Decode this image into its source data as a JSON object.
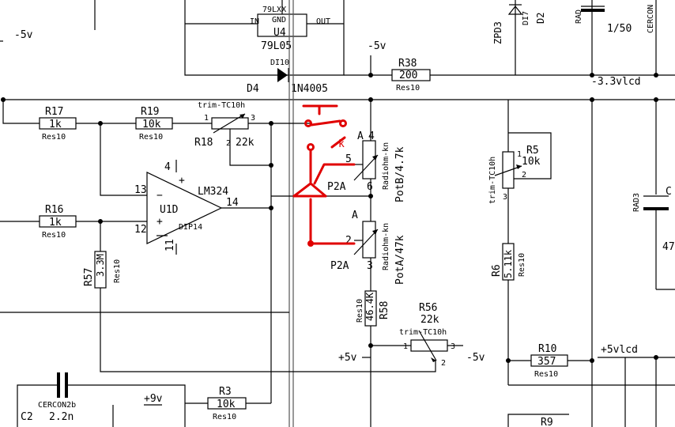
{
  "labels": {
    "neg5v_left": "-5v",
    "u4_in": "IN",
    "u4_gnd": "GND",
    "u4_out": "OUT",
    "u4_top": "79LXX",
    "u4_name": "U4",
    "u4_part": "79L05",
    "di10": "DI10",
    "d4": "D4",
    "d4_part": "1N4005",
    "neg5v_mid": "-5v",
    "r38_name": "R38",
    "r38_val": "200",
    "r38_fp": "Res10",
    "zpd3": "ZPD3",
    "di7": "DI7",
    "d2": "D2",
    "rad_top": "RAD",
    "c_val_top": "1/50",
    "cercon_top": "CERCON",
    "neg33v": "-3.3vlcd",
    "r17_name": "R17",
    "r17_val": "1k",
    "r17_fp": "Res10",
    "r19_name": "R19",
    "r19_val": "10k",
    "r19_fp": "Res10",
    "r18_trim": "trim-TC10h",
    "r18_name": "R18",
    "r18_val": "22k",
    "pin1_r18": "1",
    "pin2_r18": "2",
    "pin3_r18": "3",
    "opamp_p4": "4",
    "opamp_lm": "LM324",
    "opamp_13": "13",
    "opamp_minus": "−",
    "opamp_name": "U1D",
    "opamp_14": "14",
    "opamp_12": "12",
    "opamp_plus": "+",
    "opamp_plus_top": "+",
    "opamp_fp": "DIP14",
    "opamp_11": "11",
    "r16_name": "R16",
    "r16_val": "1k",
    "r16_fp": "Res10",
    "r57_name": "R57",
    "r57_val": "3.3M",
    "r57_fp": "Res10",
    "potb_a": "A",
    "potb_4": "4",
    "potb_5": "5",
    "potb_6": "6",
    "potb_label": "P2A",
    "potb_fp": "Radiohm-kn",
    "potb_name": "PotB/4.7k",
    "red_k": "k",
    "pota_a": "A",
    "pota_2": "2",
    "pota_3": "3",
    "pota_label": "P2A",
    "pota_fp": "Radiohm-kn",
    "pota_name": "PotA/47k",
    "r58_fp": "Res10",
    "r58_val": "46.4K",
    "r58_name": "R58",
    "r56_name": "R56",
    "r56_val": "22k",
    "r56_trim": "trim-TC10h",
    "r56_p1": "1",
    "r56_p2": "2",
    "r56_p3": "3",
    "plus5v_a": "+5v",
    "neg5v_r56": "-5v",
    "r5_trim": "trim-TC10h",
    "r5_name": "R5",
    "r5_val": "10k",
    "r5_p1": "1",
    "r5_p2": "2",
    "r5_p3": "3",
    "r6_name": "R6",
    "r6_val": "5.11k",
    "r6_fp": "Res10",
    "r10_name": "R10",
    "r10_val": "357",
    "r10_fp": "Res10",
    "plus5vlcd": "+5vlcd",
    "rad3": "RAD3",
    "c_right": "C",
    "c_right_val": "47",
    "c2_type": "CERCON2b",
    "c2_name": "C2",
    "c2_val": "2.2n",
    "plus9v": "+9v",
    "r3_name": "R3",
    "r3_val": "10k",
    "r3_fp": "Res10",
    "r9_name": "R9"
  },
  "colors": {
    "wire": "#000000",
    "annotation": "#e00000",
    "background": "#ffffff"
  }
}
